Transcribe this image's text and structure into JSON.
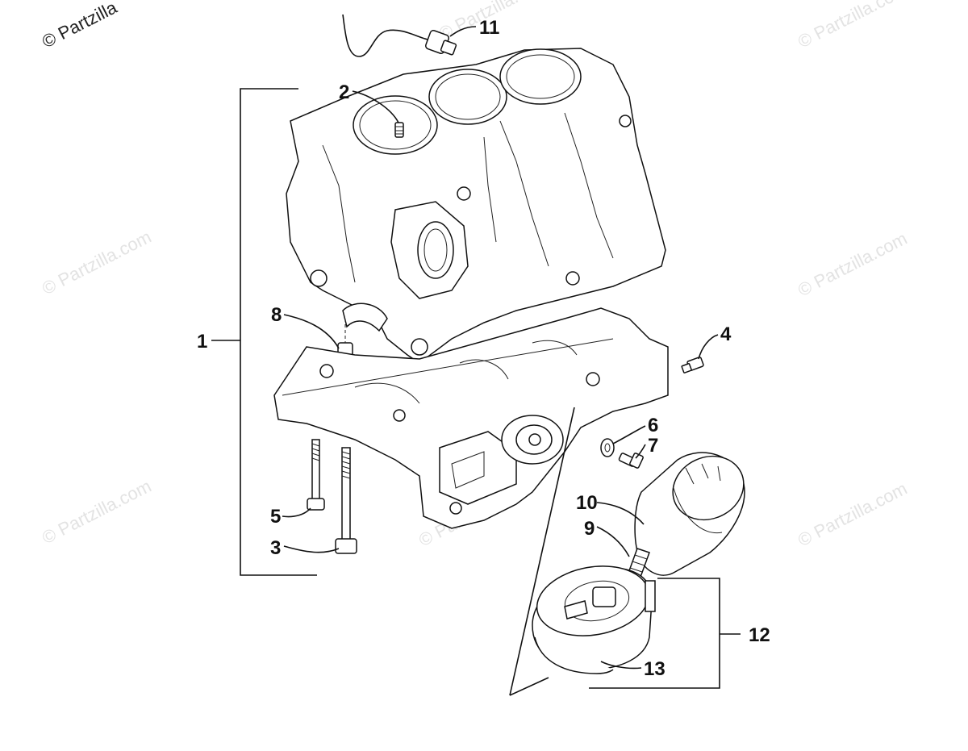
{
  "watermark": {
    "corner_text": "© Partzilla",
    "repeat_text": "© Partzilla.com"
  },
  "callouts": [
    {
      "id": "c1",
      "label": "1"
    },
    {
      "id": "c2",
      "label": "2"
    },
    {
      "id": "c3",
      "label": "3"
    },
    {
      "id": "c4",
      "label": "4"
    },
    {
      "id": "c5",
      "label": "5"
    },
    {
      "id": "c6",
      "label": "6"
    },
    {
      "id": "c7",
      "label": "7"
    },
    {
      "id": "c8",
      "label": "8"
    },
    {
      "id": "c9",
      "label": "9"
    },
    {
      "id": "c10",
      "label": "10"
    },
    {
      "id": "c11",
      "label": "11"
    },
    {
      "id": "c12",
      "label": "12"
    },
    {
      "id": "c13",
      "label": "13"
    }
  ]
}
